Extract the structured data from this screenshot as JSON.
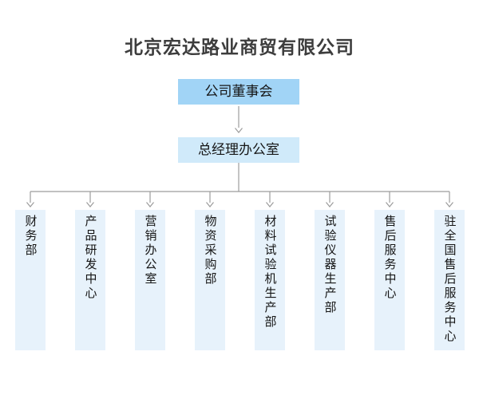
{
  "title": "北京宏达路业商贸有限公司",
  "org": {
    "root": {
      "label": "公司董事会"
    },
    "level2": {
      "label": "总经理办公室"
    },
    "departments": [
      {
        "label": "财务部"
      },
      {
        "label": "产品研发中心"
      },
      {
        "label": "营销办公室"
      },
      {
        "label": "物资采购部"
      },
      {
        "label": "材料试验机生产部"
      },
      {
        "label": "试验仪器生产部"
      },
      {
        "label": "售后服务中心"
      },
      {
        "label": "驻全国售后服务中心"
      }
    ]
  },
  "colors": {
    "root_box_bg": "#A1D4F6",
    "level2_box_bg": "#D0EAFA",
    "dept_box_bg": "#E7F2FB",
    "connector": "#9C9C9C",
    "title_text": "#3D3D3D",
    "box_text": "#161616"
  }
}
